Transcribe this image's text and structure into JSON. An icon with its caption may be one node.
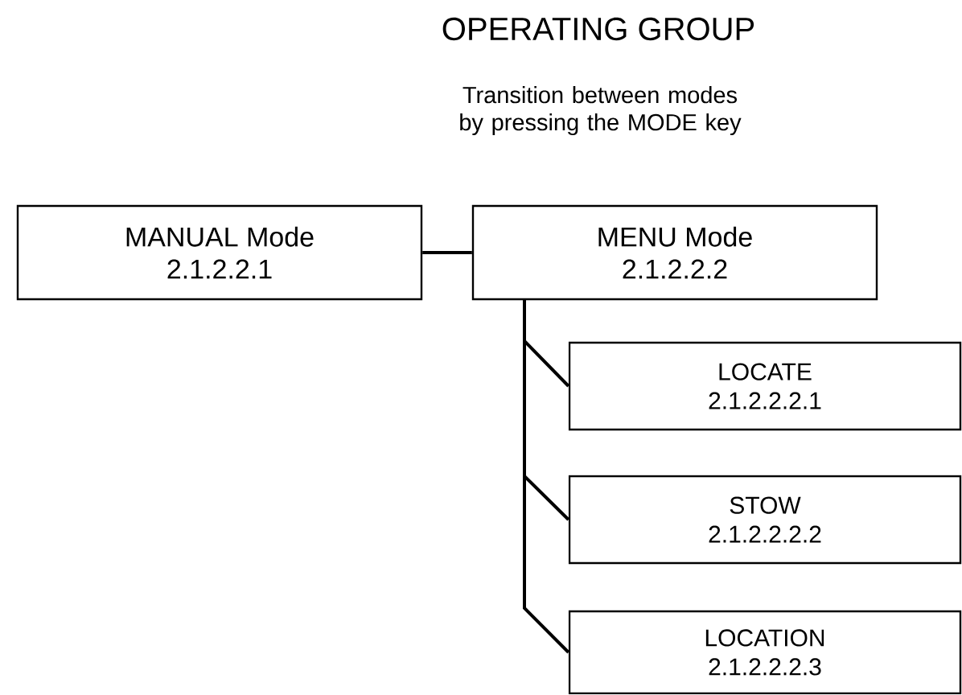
{
  "diagram": {
    "title": "OPERATING GROUP",
    "nodes": [
      {
        "text": [
          "MANUAL Mode",
          "2.1.2.2.1"
        ]
      },
      {
        "text": [
          "MENU Mode",
          "2.1.2.2.2"
        ]
      },
      {
        "text": [
          "LOCATE",
          "2.1.2.2.2.1"
        ]
      },
      {
        "text": [
          "STOW",
          "2.1.2.2.2.2"
        ]
      },
      {
        "text": [
          "LOCATION",
          "2.1.2.2.2.3"
        ]
      }
    ],
    "edges": [
      {
        "from": 0,
        "to": 1,
        "arrow": "none"
      },
      {
        "from": 1,
        "to": 2,
        "arrow": "none"
      },
      {
        "from": 1,
        "to": 3,
        "arrow": "none"
      },
      {
        "from": 1,
        "to": 4,
        "arrow": "none"
      }
    ],
    "labels": [
      "Transition between modes by pressing the MODE key"
    ]
  }
}
